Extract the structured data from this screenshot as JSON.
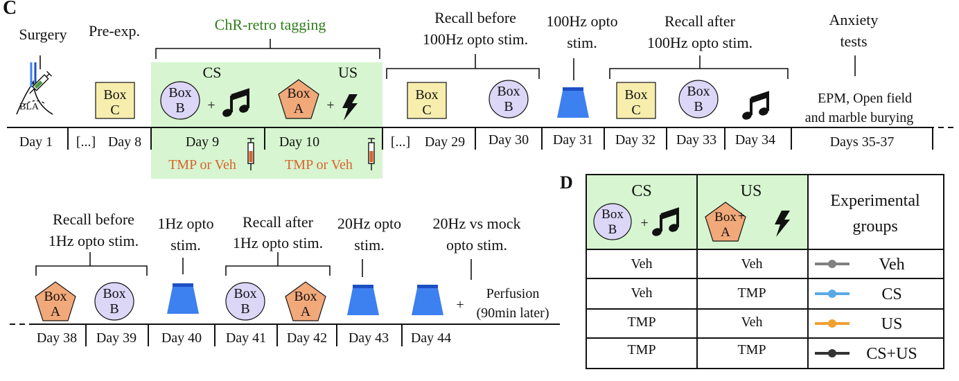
{
  "panel_c_label": "C",
  "panel_d_label": "D",
  "top": {
    "stage_labels": {
      "surgery": "Surgery",
      "pre_exp": "Pre-exp.",
      "chr_tagging": "ChR-retro tagging",
      "recall_before_100_l1": "Recall before",
      "recall_before_100_l2": "100Hz opto stim.",
      "opto100_l1": "100Hz opto",
      "opto100_l2": "stim.",
      "recall_after_100_l1": "Recall after",
      "recall_after_100_l2": "100Hz opto stim.",
      "anxiety_l1": "Anxiety",
      "anxiety_l2": "tests",
      "cs": "CS",
      "us": "US"
    },
    "boxes": {
      "c": "C",
      "b": "B",
      "a": "A",
      "box": "Box"
    },
    "bla": "BLA",
    "plus": "+",
    "anxiety_desc_l1": "EPM, Open field",
    "anxiety_desc_l2": "and marble burying",
    "injection_label": "TMP or Veh",
    "days": [
      "Day 1",
      "[...]",
      "Day 8",
      "Day 9",
      "Day 10",
      "[...]",
      "Day 29",
      "Day 30",
      "Day 31",
      "Day 32",
      "Day 33",
      "Day 34",
      "Days 35-37"
    ]
  },
  "bottom": {
    "stage_labels": {
      "recall_before_1_l1": "Recall before",
      "recall_before_1_l2": "1Hz opto stim.",
      "opto1_l1": "1Hz opto",
      "opto1_l2": "stim.",
      "recall_after_1_l1": "Recall after",
      "recall_after_1_l2": "1Hz opto stim.",
      "opto20_l1": "20Hz opto",
      "opto20_l2": "stim.",
      "mock_l1": "20Hz vs mock",
      "mock_l2": "opto stim."
    },
    "perfusion_l1": "Perfusion",
    "perfusion_l2": "(90min later)",
    "days": [
      "Day 38",
      "Day 39",
      "Day 40",
      "Day 41",
      "Day 42",
      "Day 43",
      "Day 44"
    ]
  },
  "table": {
    "headers": {
      "cs": "CS",
      "us": "US",
      "groups_l1": "Experimental",
      "groups_l2": "groups"
    },
    "rows": [
      {
        "cs": "Veh",
        "us": "Veh",
        "group": "Veh",
        "color": "#808080"
      },
      {
        "cs": "Veh",
        "us": "TMP",
        "group": "CS",
        "color": "#5aa9e6"
      },
      {
        "cs": "TMP",
        "us": "Veh",
        "group": "US",
        "color": "#f0a030"
      },
      {
        "cs": "TMP",
        "us": "TMP",
        "group": "CS+US",
        "color": "#333333"
      }
    ]
  },
  "colors": {
    "highlight_green": "#d6f5d0",
    "box_yellow": "#f7eeae",
    "circle_purple": "#dcd6f7",
    "pentagon_orange": "#f2a97a",
    "light_blue": "#3d80f0",
    "orange_text": "#d9622b",
    "green_text": "#2e7d1a"
  },
  "icons": [
    "music-note-icon",
    "lightning-bolt-icon",
    "syringe-icon",
    "optic-fiber-icon",
    "light-cone-icon"
  ]
}
